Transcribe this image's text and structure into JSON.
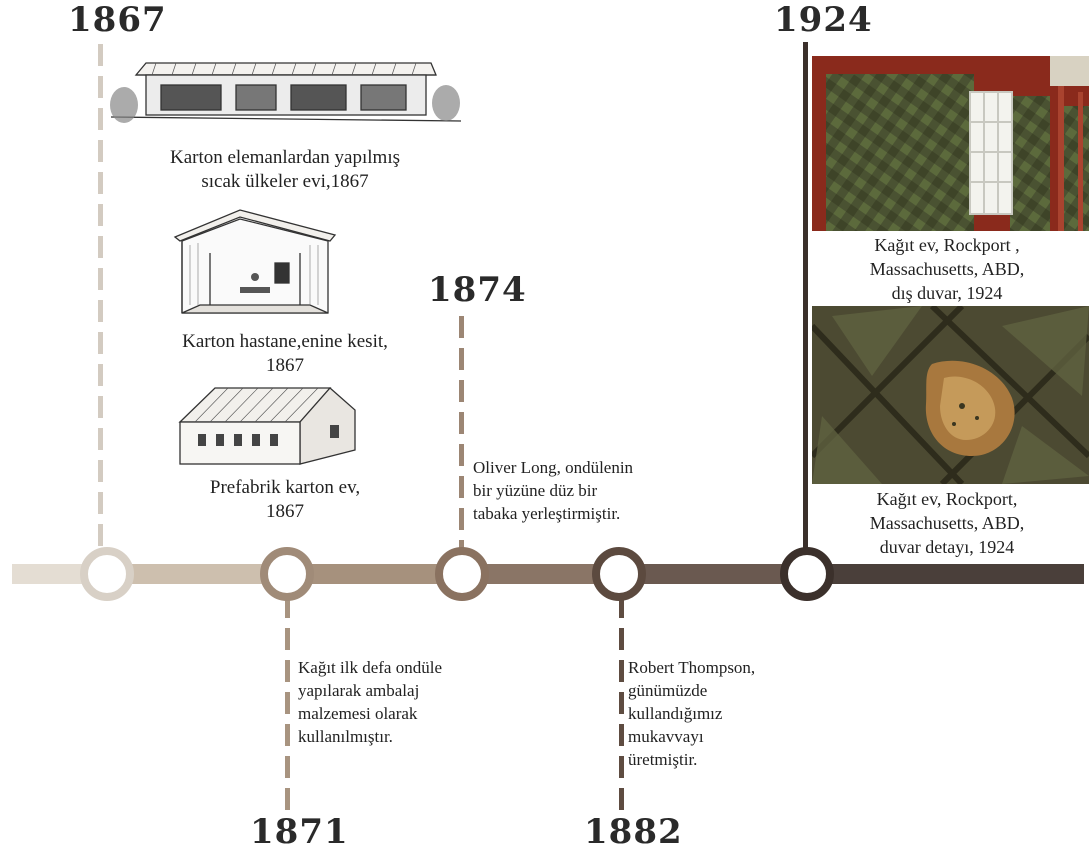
{
  "events": [
    {
      "year": "1867",
      "colour": "#cfc7bc"
    },
    {
      "year": "1871",
      "colour": "#a08b78",
      "text": [
        "Kağıt ilk defa ondüle",
        "yapılarak ambalaj",
        "malzemesi olarak",
        "kullanılmıştır."
      ]
    },
    {
      "year": "1874",
      "colour": "#8a7260",
      "text": [
        "Oliver Long, ondülenin",
        "bir yüzüne düz bir",
        "tabaka yerleştirmiştir."
      ]
    },
    {
      "year": "1882",
      "colour": "#5c4a3f",
      "text": [
        "Robert Thompson,",
        "günümüzde",
        "kullandığımız",
        "mukavvayı",
        "üretmiştir."
      ]
    },
    {
      "year": "1924",
      "colour": "#3b302b"
    }
  ],
  "illustrations_1867": [
    {
      "caption": [
        "Karton elemanlardan yapılmış",
        "sıcak ülkeler evi,1867"
      ]
    },
    {
      "caption": [
        "Karton hastane,enine kesit,",
        "1867"
      ]
    },
    {
      "caption": [
        "Prefabrik karton ev,",
        "1867"
      ]
    }
  ],
  "photos_1924": [
    {
      "caption": [
        "Kağıt ev, Rockport ,",
        "Massachusetts, ABD,",
        "dış duvar, 1924"
      ]
    },
    {
      "caption": [
        "Kağıt ev, Rockport,",
        "Massachusetts, ABD,",
        "duvar detayı, 1924"
      ]
    }
  ]
}
